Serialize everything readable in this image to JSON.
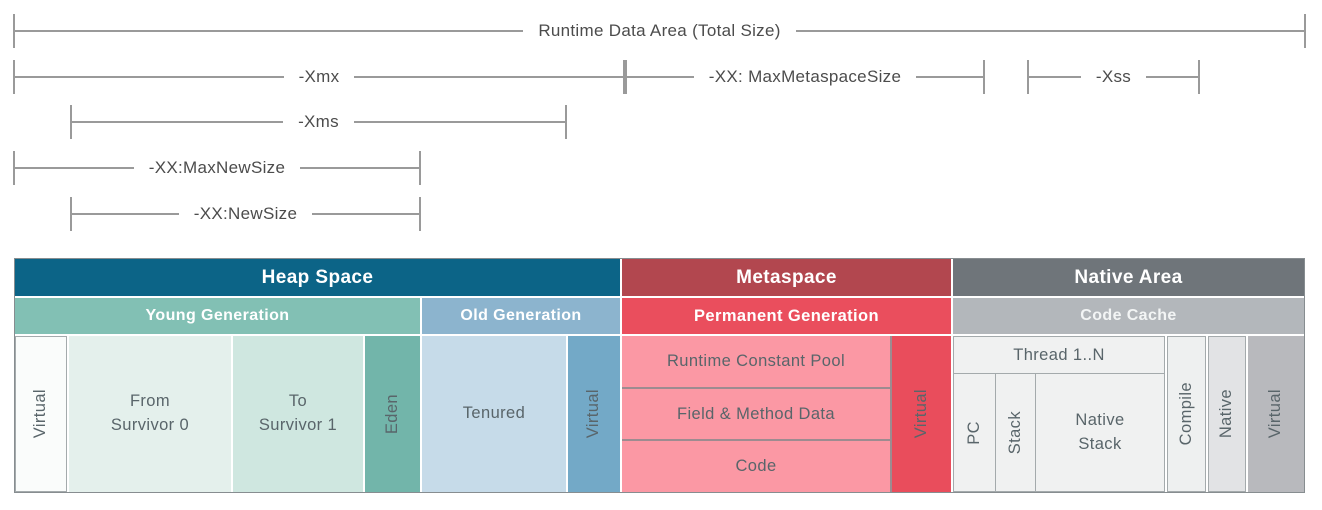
{
  "brackets": [
    {
      "label": "Runtime Data Area (Total Size)"
    },
    {
      "label": "-Xmx"
    },
    {
      "label": "-XX: MaxMetaspaceSize"
    },
    {
      "label": "-Xss"
    },
    {
      "label": "-Xms"
    },
    {
      "label": "-XX:MaxNewSize"
    },
    {
      "label": "-XX:NewSize"
    }
  ],
  "heap": {
    "title": "Heap Space",
    "young": "Young Generation",
    "old": "Old Generation",
    "virtual_left": "Virtual",
    "from_survivor": "From\nSurvivor 0",
    "to_survivor": "To\nSurvivor 1",
    "eden": "Eden",
    "tenured": "Tenured",
    "virtual_right": "Virtual"
  },
  "metaspace": {
    "title": "Metaspace",
    "permanent": "Permanent Generation",
    "rows": [
      "Runtime Constant Pool",
      "Field & Method Data",
      "Code"
    ],
    "virtual": "Virtual"
  },
  "native": {
    "title": "Native Area",
    "code_cache": "Code Cache",
    "thread": "Thread 1..N",
    "pc": "PC",
    "stack": "Stack",
    "native_stack": "Native\nStack",
    "compile": "Compile",
    "native": "Native",
    "virtual": "Virtual"
  },
  "colors": {
    "bracket_line": "#9a9a9a",
    "bracket_text": "#4c4c4c",
    "body_text": "#59656a",
    "heap_hdr": "#0c6487",
    "young_hdr": "#82c0b4",
    "old_hdr": "#8cb4ce",
    "meta_hdr": "#b2474f",
    "perm_hdr": "#ea4e5d",
    "native_hdr": "#6f757a",
    "cache_hdr": "#b3b7bb",
    "virtual_white": "#fafcfb",
    "survivor0": "#e4f0ec",
    "survivor1": "#cfe7e0",
    "eden": "#72b5aa",
    "tenured": "#c6dbe9",
    "virtual_blue": "#73a9c7",
    "pink": "#fb98a4",
    "virtual_red": "#e94d5c",
    "thread_bg": "#f0f1f1",
    "compile": "#eef0f0",
    "native_col": "#e2e3e5",
    "virtual_gray": "#b8b9bd"
  }
}
